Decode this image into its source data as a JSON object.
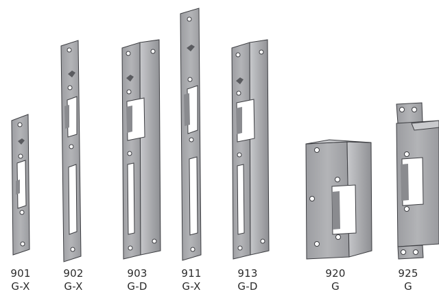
{
  "colors": {
    "background": "#ffffff",
    "plate_face": "#a9aaad",
    "plate_light": "#c4c5c8",
    "plate_dark": "#7d7e82",
    "edge": "#3b3c40",
    "text": "#2a2a2a"
  },
  "products": [
    {
      "model": "901",
      "variant": "G-X"
    },
    {
      "model": "902",
      "variant": "G-X"
    },
    {
      "model": "903",
      "variant": "G-D"
    },
    {
      "model": "911",
      "variant": "G-X"
    },
    {
      "model": "913",
      "variant": "G-D"
    },
    {
      "model": "920",
      "variant": "G"
    },
    {
      "model": "925",
      "variant": "G"
    }
  ]
}
